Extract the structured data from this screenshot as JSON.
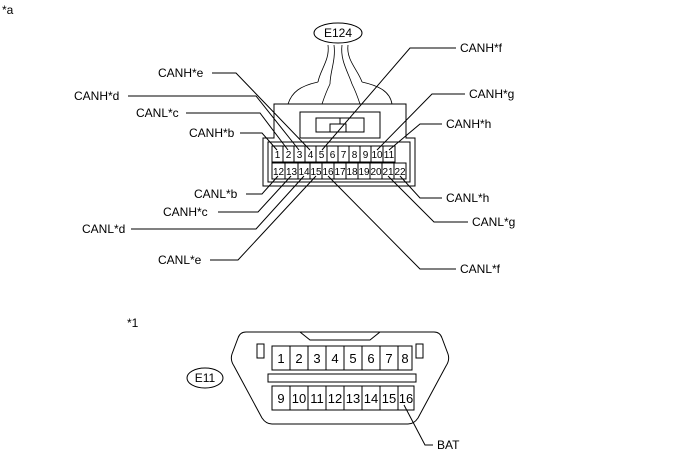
{
  "figure_marks": {
    "a": "*a",
    "one": "*1"
  },
  "connectors": {
    "upper": {
      "name": "E124",
      "row1": [
        "1",
        "2",
        "3",
        "4",
        "5",
        "6",
        "7",
        "8",
        "9",
        "10",
        "11"
      ],
      "row2": [
        "12",
        "13",
        "14",
        "15",
        "16",
        "17",
        "18",
        "19",
        "20",
        "21",
        "22"
      ]
    },
    "lower": {
      "name": "E11",
      "row1": [
        "1",
        "2",
        "3",
        "4",
        "5",
        "6",
        "7",
        "8"
      ],
      "row2": [
        "9",
        "10",
        "11",
        "12",
        "13",
        "14",
        "15",
        "16"
      ]
    }
  },
  "callouts": {
    "canh_e": "CANH*e",
    "canh_d": "CANH*d",
    "canl_c": "CANL*c",
    "canh_b": "CANH*b",
    "canh_f": "CANH*f",
    "canh_g": "CANH*g",
    "canh_h": "CANH*h",
    "canl_b": "CANL*b",
    "canh_c": "CANH*c",
    "canl_d": "CANL*d",
    "canl_e": "CANL*e",
    "canl_h": "CANL*h",
    "canl_g": "CANL*g",
    "canl_f": "CANL*f",
    "bat": "BAT"
  }
}
